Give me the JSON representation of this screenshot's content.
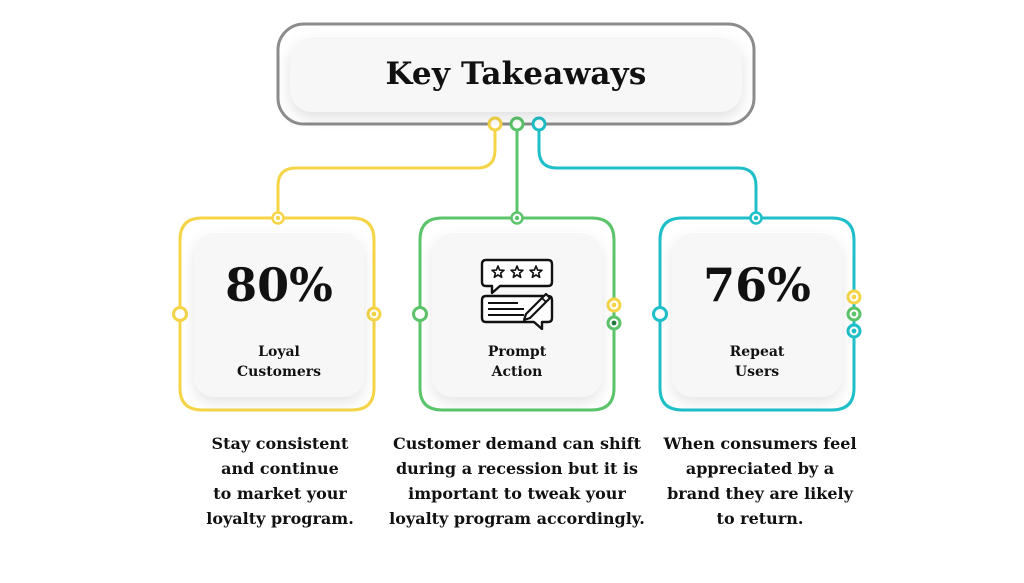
{
  "title": "Key Takeaways",
  "colors": {
    "yellow": "#f5d547",
    "green": "#5cc46b",
    "teal": "#1fbfc9",
    "gray": "#8c8c8c",
    "card": "#f7f7f8"
  },
  "cards": [
    {
      "color": "yellow",
      "stat": "80%",
      "label_lines": [
        "Loyal",
        "Customers"
      ],
      "description_lines": [
        "Stay consistent",
        "and continue",
        "to market your",
        "loyalty program."
      ]
    },
    {
      "color": "green",
      "icon": "review-chat-icon",
      "label_lines": [
        "Prompt",
        "Action"
      ],
      "description_lines": [
        "Customer demand can shift",
        "during a recession but it is",
        "important to tweak your",
        "loyalty program accordingly."
      ]
    },
    {
      "color": "teal",
      "stat": "76%",
      "label_lines": [
        "Repeat",
        "Users"
      ],
      "description_lines": [
        "When consumers feel",
        "appreciated by a",
        "brand they are likely",
        "to return."
      ]
    }
  ]
}
